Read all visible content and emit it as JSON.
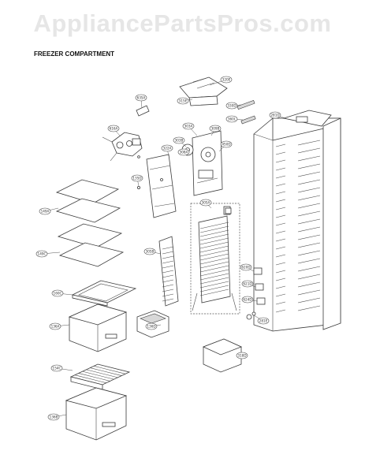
{
  "watermark": "AppliancePartsPros.com",
  "subtitle": "FREEZER COMPARTMENT",
  "callouts": [
    {
      "id": "320E",
      "label": "320E"
    },
    {
      "id": "315E",
      "label": "315E"
    },
    {
      "id": "635A",
      "label": "635A"
    },
    {
      "id": "330D",
      "label": "330D"
    },
    {
      "id": "360L",
      "label": "360L"
    },
    {
      "id": "281D",
      "label": "281D"
    },
    {
      "id": "616A",
      "label": "616A"
    },
    {
      "id": "303A",
      "label": "303A"
    },
    {
      "id": "303B",
      "label": "303B"
    },
    {
      "id": "308A",
      "label": "308A"
    },
    {
      "id": "309B",
      "label": "309B"
    },
    {
      "id": "322A",
      "label": "322A"
    },
    {
      "id": "450D",
      "label": "450D"
    },
    {
      "id": "135D",
      "label": "135D"
    },
    {
      "id": "149A",
      "label": "149A"
    },
    {
      "id": "149C",
      "label": "149C"
    },
    {
      "id": "305B",
      "label": "305B"
    },
    {
      "id": "305A",
      "label": "305A"
    },
    {
      "id": "160C",
      "label": "160C"
    },
    {
      "id": "136A",
      "label": "136A"
    },
    {
      "id": "136D",
      "label": "136D"
    },
    {
      "id": "154C",
      "label": "154C"
    },
    {
      "id": "136B",
      "label": "136B"
    },
    {
      "id": "318D",
      "label": "318D"
    },
    {
      "id": "281E",
      "label": "281E"
    },
    {
      "id": "620D",
      "label": "620D"
    },
    {
      "id": "621D",
      "label": "621D"
    },
    {
      "id": "624D",
      "label": "624D"
    }
  ]
}
